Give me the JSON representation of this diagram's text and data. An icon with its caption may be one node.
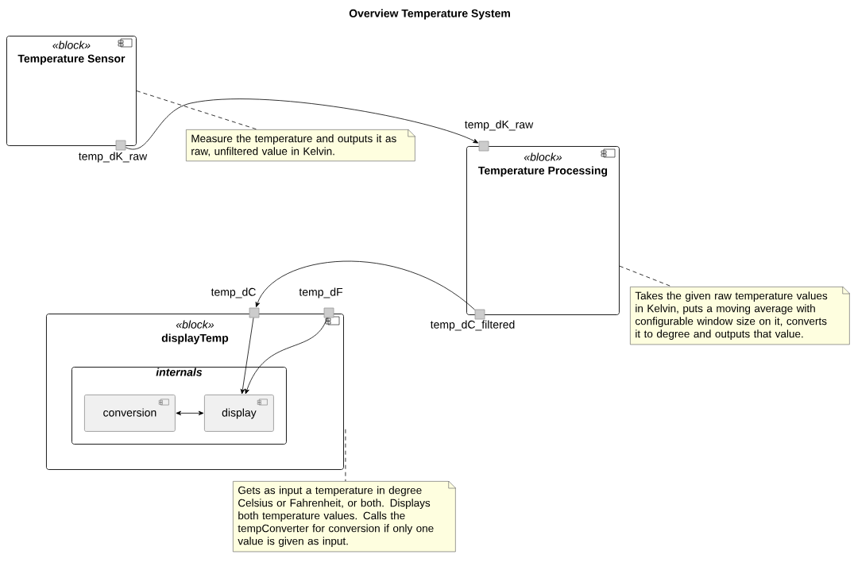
{
  "diagram": {
    "title": "Overview Temperature System",
    "nodes": [
      {
        "text": [
          "«block»",
          "Temperature Sensor"
        ]
      },
      {
        "text": [],
        "shape": "box",
        "beside": [
          "temp_dK_raw"
        ]
      },
      {
        "text": [
          "«block»",
          "Temperature Processing"
        ]
      },
      {
        "text": [],
        "shape": "box",
        "beside": [
          "temp_dK_raw"
        ]
      },
      {
        "text": [],
        "shape": "box",
        "beside": [
          "temp_dC_filtered"
        ]
      },
      {
        "text": [
          "«block»",
          "displayTemp"
        ]
      },
      {
        "text": [],
        "shape": "box",
        "beside": [
          "temp_dC"
        ]
      },
      {
        "text": [],
        "shape": "box",
        "beside": [
          "temp_dF"
        ]
      },
      {
        "text": [
          "internals"
        ],
        "in": 5
      },
      {
        "text": [
          "conversion"
        ],
        "in": 8
      },
      {
        "text": [
          "display"
        ],
        "in": 8
      },
      {
        "text": [
          "Measure the temperature and outputs it as raw, unfiltered value in Kelvin."
        ]
      },
      {
        "text": [
          "Takes the given raw temperature values in Kelvin, puts a moving average with configurable window size on it, converts it to degree and outputs that value."
        ]
      },
      {
        "text": [
          "Gets as input a temperature in degree Celsius or Fahrenheit, or both. Displays both temperature values. Calls the tempConverter for conversion if only one value is given as input."
        ]
      }
    ],
    "edges": [
      {
        "from": 1,
        "to": 3,
        "arrow": "to"
      },
      {
        "from": 4,
        "to": 6,
        "arrow": "to"
      },
      {
        "from": 6,
        "to": 10,
        "arrow": "to"
      },
      {
        "from": 7,
        "to": 10,
        "arrow": "to"
      },
      {
        "from": 9,
        "to": 10,
        "arrow": "both"
      },
      {
        "from": 0,
        "to": 11,
        "arrow": "none",
        "style": "dashed"
      },
      {
        "from": 2,
        "to": 12,
        "arrow": "none",
        "style": "dashed"
      },
      {
        "from": 5,
        "to": 13,
        "arrow": "none",
        "style": "dashed"
      }
    ]
  }
}
